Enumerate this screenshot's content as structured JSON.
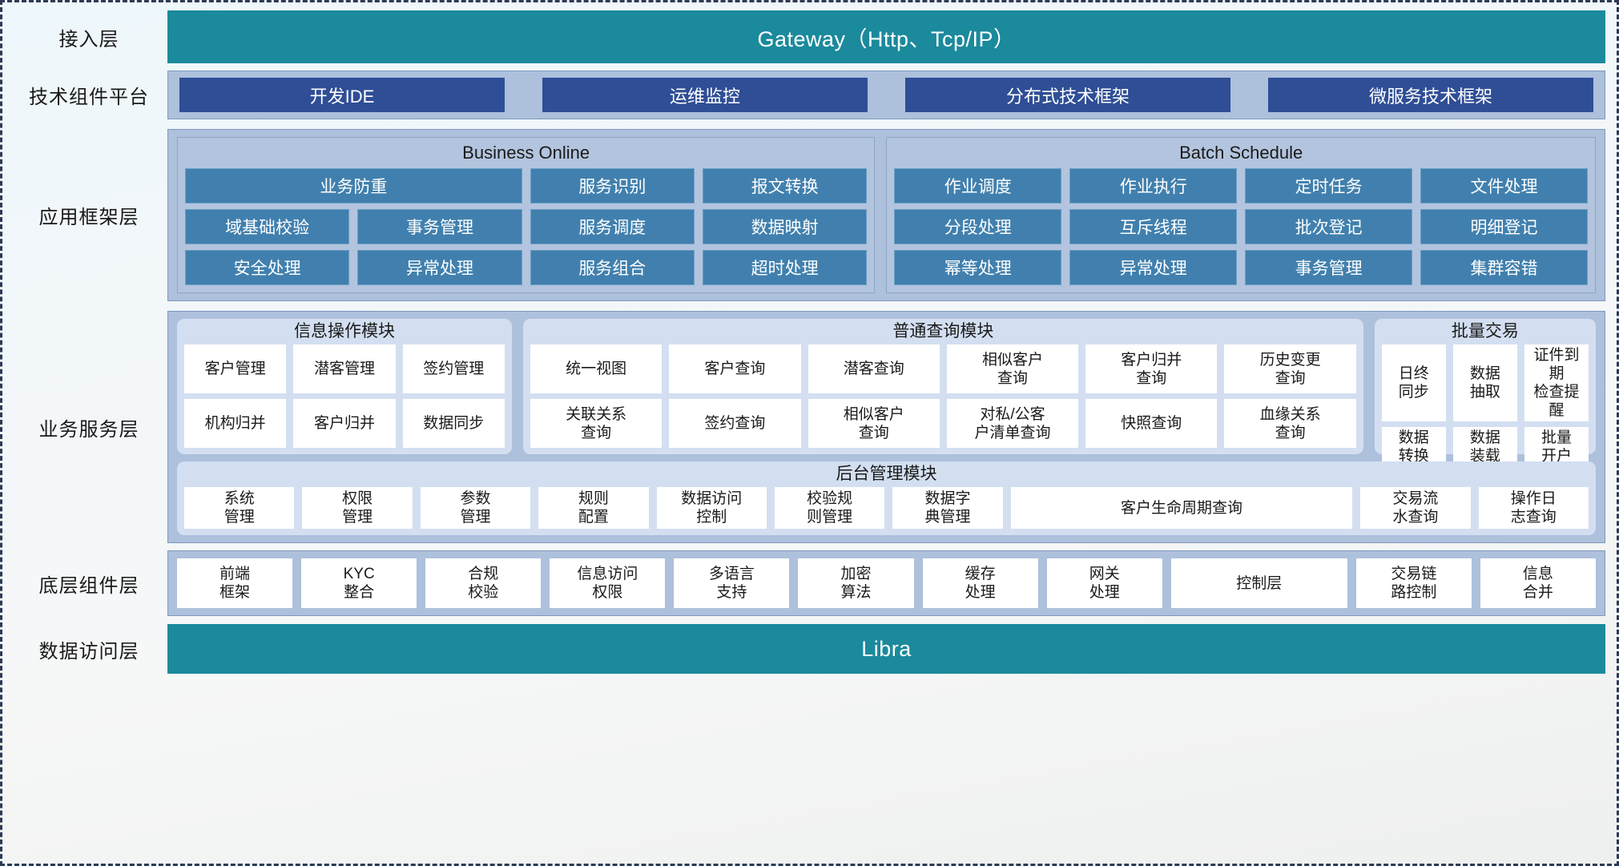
{
  "layers": {
    "access": {
      "label": "接入层",
      "bar_text": "Gateway（Http、Tcp/IP）"
    },
    "tech_platform": {
      "label": "技术组件平台",
      "boxes": [
        "开发IDE",
        "运维监控",
        "分布式技术框架",
        "微服务技术框架"
      ]
    },
    "app_framework": {
      "label": "应用框架层",
      "groups": [
        {
          "title": "Business Online",
          "rows": [
            [
              "业务防重",
              "服务识别",
              "报文转换"
            ],
            [
              "域基础校验",
              "事务管理",
              "服务调度",
              "数据映射"
            ],
            [
              "安全处理",
              "异常处理",
              "服务组合",
              "超时处理"
            ]
          ]
        },
        {
          "title": "Batch Schedule",
          "rows": [
            [
              "作业调度",
              "作业执行",
              "定时任务",
              "文件处理"
            ],
            [
              "分段处理",
              "互斥线程",
              "批次登记",
              "明细登记"
            ],
            [
              "幂等处理",
              "异常处理",
              "事务管理",
              "集群容错"
            ]
          ]
        }
      ]
    },
    "business_service": {
      "label": "业务服务层",
      "groups": [
        {
          "title": "信息操作模块",
          "rows": [
            [
              "客户管理",
              "潜客管理",
              "签约管理"
            ],
            [
              "机构归并",
              "客户归并",
              "数据同步"
            ]
          ]
        },
        {
          "title": "普通查询模块",
          "rows": [
            [
              "统一视图",
              "客户查询",
              "潜客查询",
              "相似客户\n查询",
              "客户归并\n查询",
              "历史变更\n查询"
            ],
            [
              "关联关系\n查询",
              "签约查询",
              "相似客户\n查询",
              "对私/公客\n户清单查询",
              "快照查询",
              "血缘关系\n查询"
            ]
          ]
        },
        {
          "title": "批量交易",
          "rows": [
            [
              "日终\n同步",
              "数据\n抽取",
              "证件到期\n检查提醒"
            ],
            [
              "数据\n转换",
              "数据\n装载",
              "批量\n开户"
            ]
          ]
        }
      ],
      "admin_group": {
        "title": "后台管理模块",
        "cells": [
          {
            "text": "系统\n管理",
            "wide": false
          },
          {
            "text": "权限\n管理",
            "wide": false
          },
          {
            "text": "参数\n管理",
            "wide": false
          },
          {
            "text": "规则\n配置",
            "wide": false
          },
          {
            "text": "数据访问\n控制",
            "wide": false
          },
          {
            "text": "校验规\n则管理",
            "wide": false
          },
          {
            "text": "数据字\n典管理",
            "wide": false
          },
          {
            "text": "客户生命周期查询",
            "wide": true
          },
          {
            "text": "交易流\n水查询",
            "wide": false
          },
          {
            "text": "操作日\n志查询",
            "wide": false
          }
        ]
      }
    },
    "base_component": {
      "label": "底层组件层",
      "cells": [
        {
          "text": "前端\n框架",
          "wide": false
        },
        {
          "text": "KYC\n整合",
          "wide": false
        },
        {
          "text": "合规\n校验",
          "wide": false
        },
        {
          "text": "信息访问\n权限",
          "wide": false
        },
        {
          "text": "多语言\n支持",
          "wide": false
        },
        {
          "text": "加密\n算法",
          "wide": false
        },
        {
          "text": "缓存\n处理",
          "wide": false
        },
        {
          "text": "网关\n处理",
          "wide": false
        },
        {
          "text": "控制层",
          "wide": true
        },
        {
          "text": "交易链\n路控制",
          "wide": false
        },
        {
          "text": "信息\n合并",
          "wide": false
        }
      ]
    },
    "data_access": {
      "label": "数据访问层",
      "bar_text": "Libra"
    }
  },
  "colors": {
    "teal": "#1b8a9c",
    "panel_blue": "#adc0dc",
    "tech_box_blue": "#2f4e96",
    "app_box_blue": "#4180ae",
    "svc_group_bg": "#d3dff1",
    "cell_white": "#ffffff",
    "border_dark": "#2b3a55"
  }
}
